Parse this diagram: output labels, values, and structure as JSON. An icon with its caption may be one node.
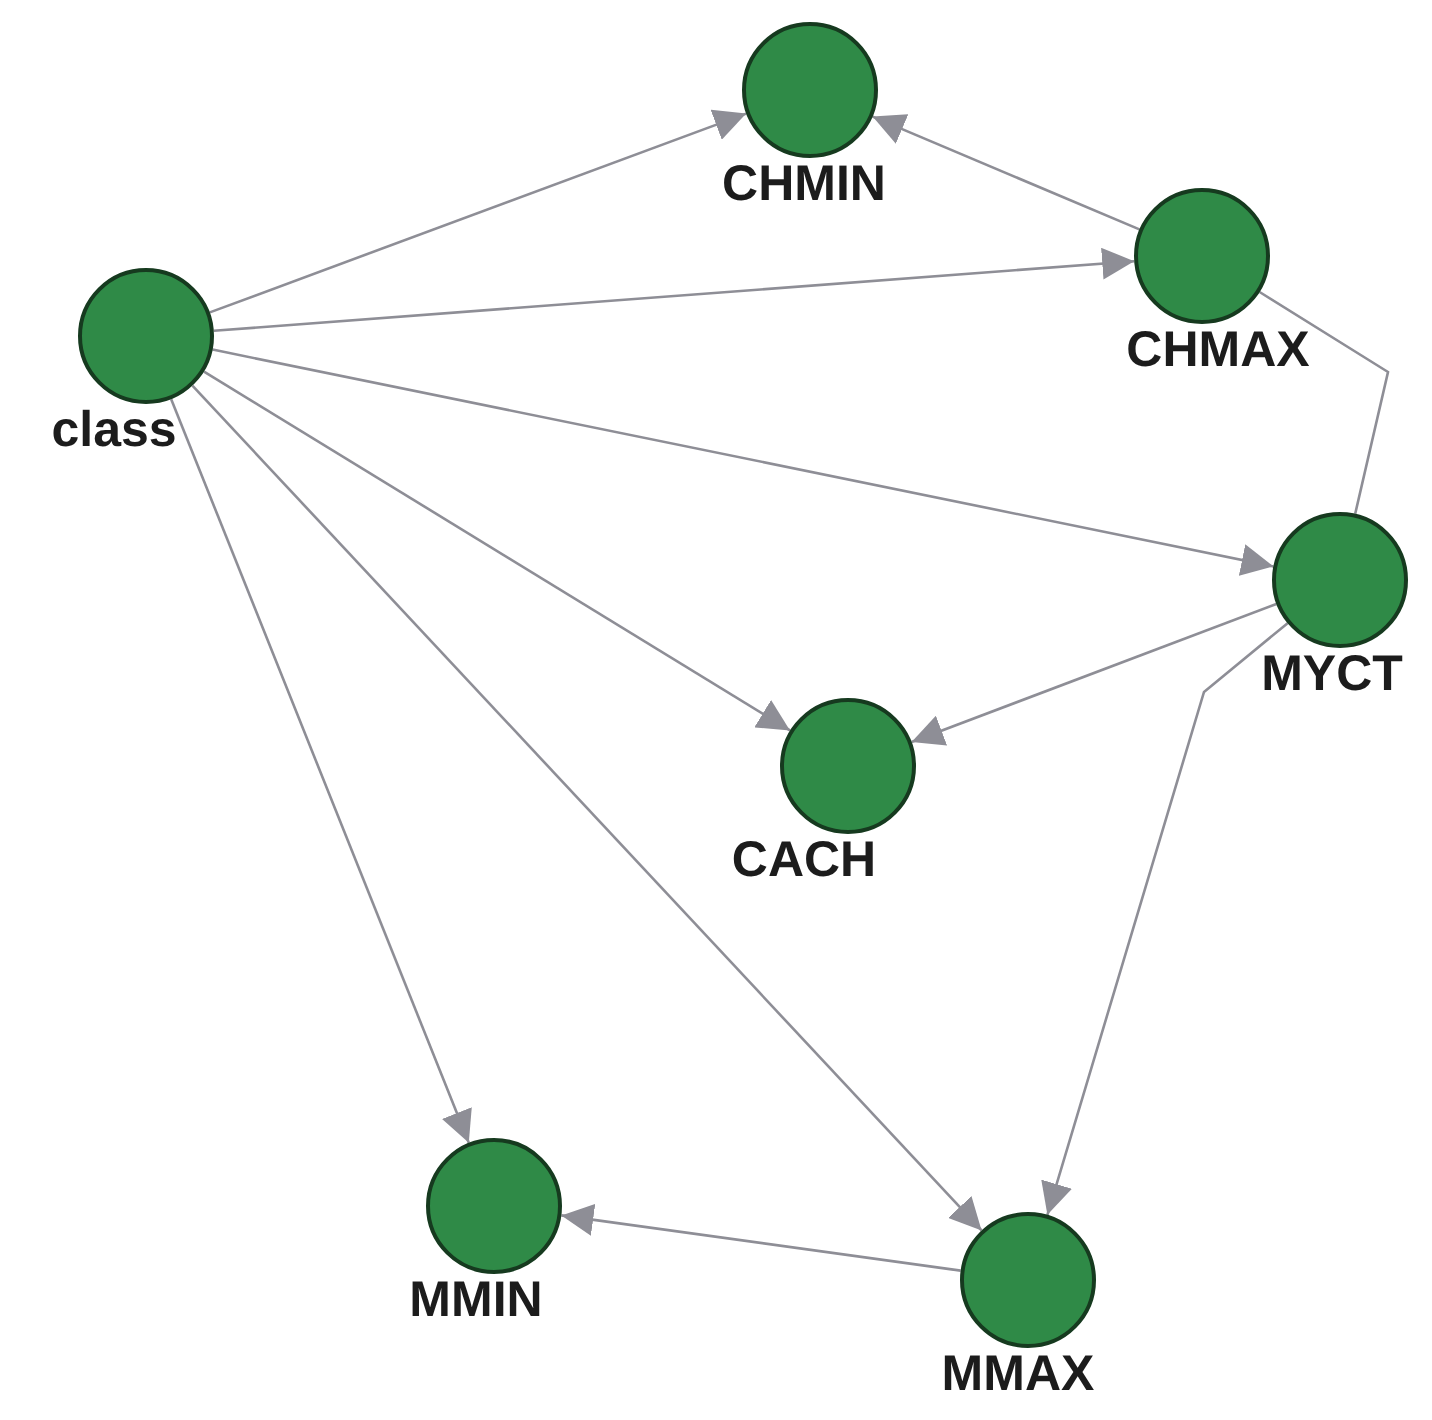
{
  "diagram": {
    "nodes": [
      {
        "text": [
          "CHMIN"
        ]
      },
      {
        "text": [
          "CHMAX"
        ]
      },
      {
        "text": [
          "class"
        ]
      },
      {
        "text": [
          "MYCT"
        ]
      },
      {
        "text": [
          "CACH"
        ]
      },
      {
        "text": [
          "MMIN"
        ]
      },
      {
        "text": [
          "MMAX"
        ]
      }
    ],
    "edges": [
      {
        "from": 2,
        "to": 0,
        "arrow": "to"
      },
      {
        "from": 2,
        "to": 1,
        "arrow": "to"
      },
      {
        "from": 2,
        "to": 3,
        "arrow": "to"
      },
      {
        "from": 2,
        "to": 4,
        "arrow": "to"
      },
      {
        "from": 2,
        "to": 6,
        "arrow": "to"
      },
      {
        "from": 2,
        "to": 5,
        "arrow": "to"
      },
      {
        "from": 1,
        "to": 0,
        "arrow": "to"
      },
      {
        "from": 3,
        "to": 1,
        "arrow": "none"
      },
      {
        "from": 3,
        "to": 4,
        "arrow": "to"
      },
      {
        "from": 3,
        "to": 6,
        "arrow": "to"
      },
      {
        "from": 6,
        "to": 5,
        "arrow": "to"
      }
    ]
  }
}
